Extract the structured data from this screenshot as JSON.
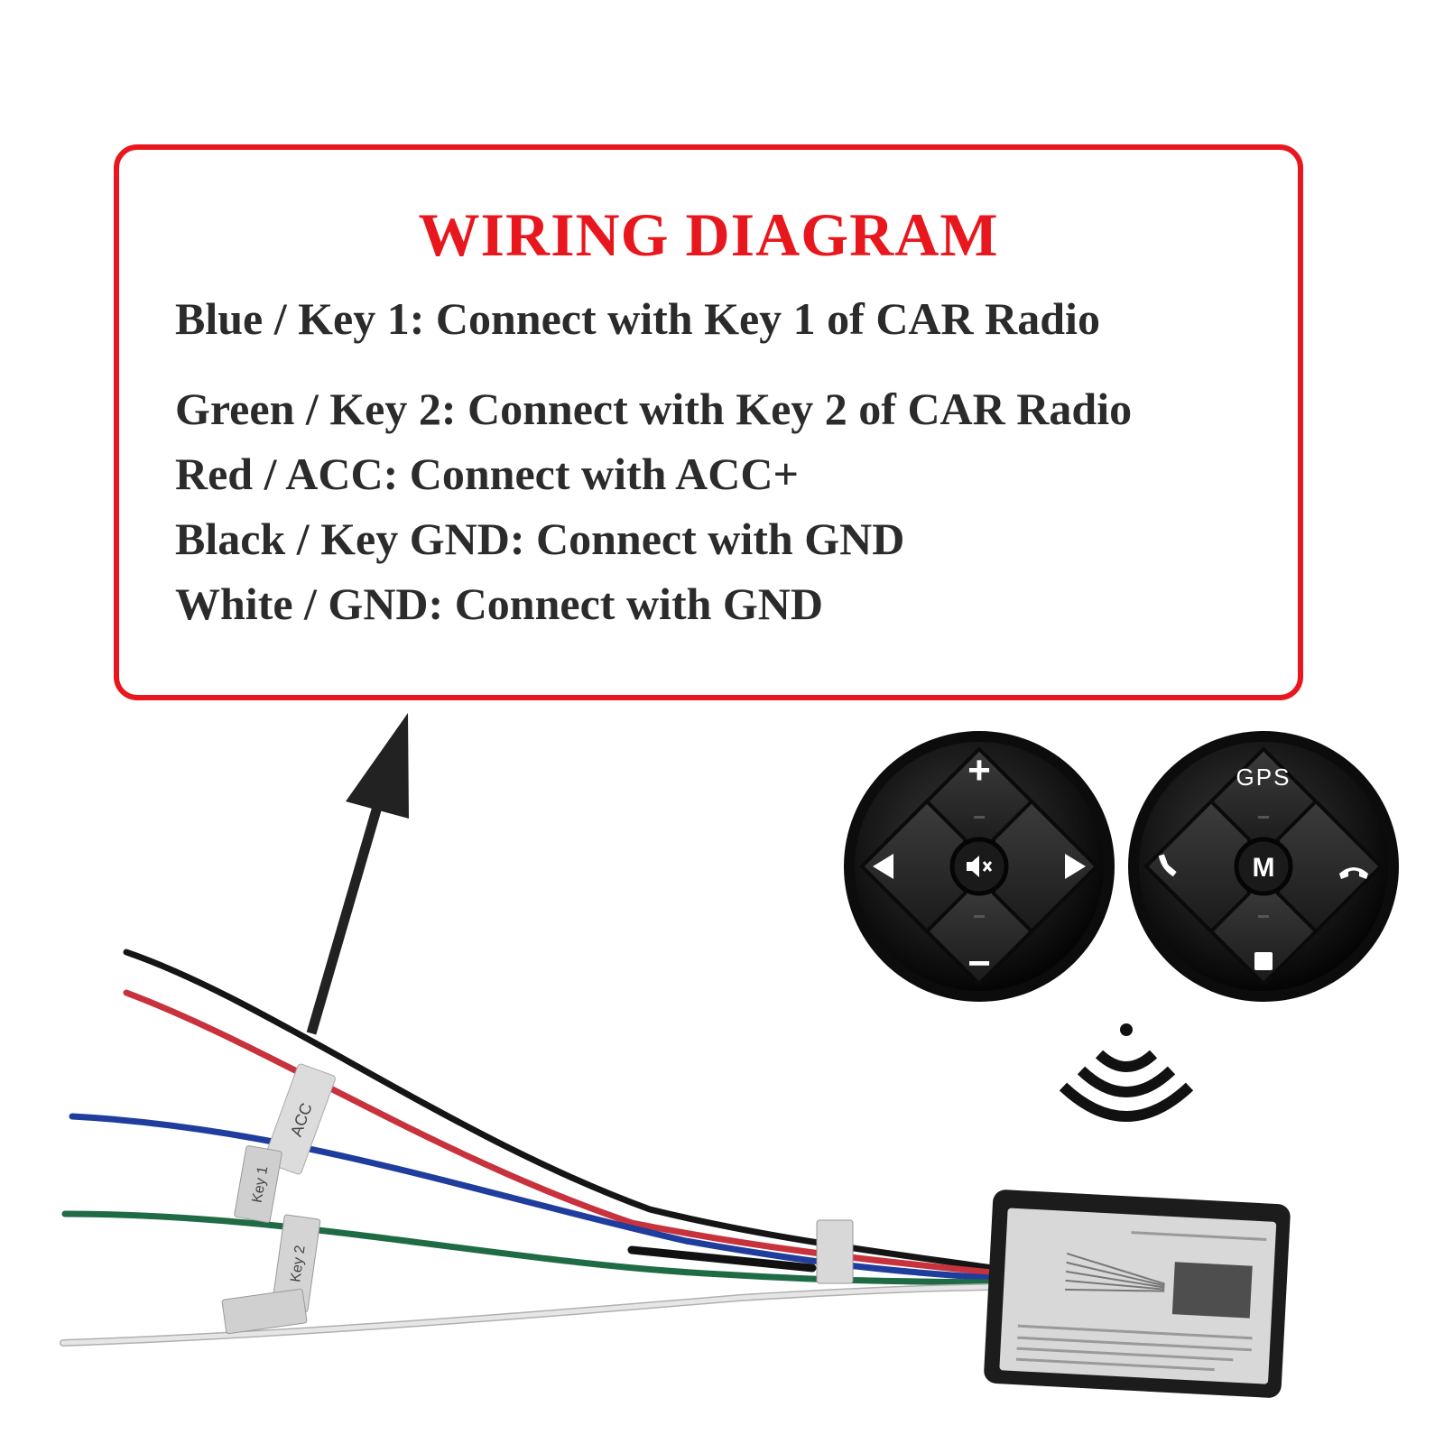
{
  "diagram": {
    "title": "WIRING DIAGRAM",
    "lines": [
      "Blue / Key 1: Connect with Key 1 of CAR Radio",
      "Green / Key 2: Connect with Key 2 of CAR Radio",
      "Red / ACC: Connect with ACC+",
      "Black / Key GND: Connect with GND",
      "White / GND: Connect with GND"
    ]
  },
  "remote_left": {
    "plus": "+",
    "minus": "−"
  },
  "remote_right": {
    "top_label": "GPS",
    "center_label": "M"
  },
  "harness": {
    "tag_acc": "ACC",
    "tag_key1": "Key 1",
    "tag_key2": "Key 2"
  },
  "colors": {
    "accent_red": "#e8171e",
    "text_dark": "#2b2b2b",
    "wire_black": "#151515",
    "wire_red": "#c8323c",
    "wire_blue": "#1f3d9c",
    "wire_green": "#1f6b45",
    "wire_white": "#e6e6e6"
  }
}
